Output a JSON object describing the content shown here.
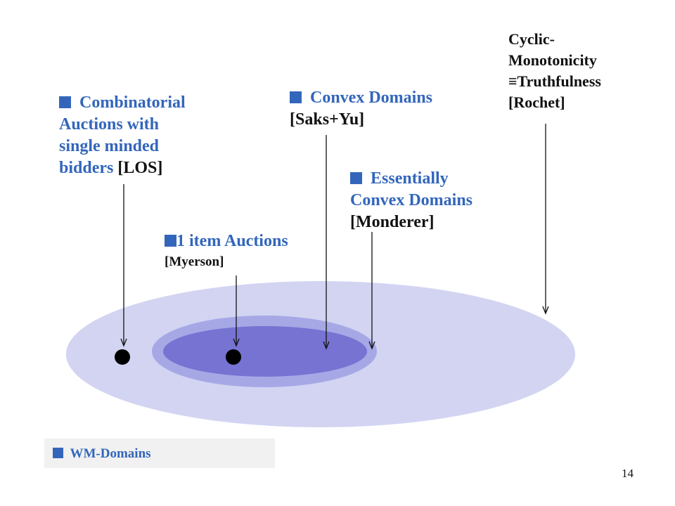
{
  "colors": {
    "outer_ellipse": "#d2d4f2",
    "ring": "#a6a8e6",
    "inner_ellipse": "#7673d2",
    "label_blue": "#3366bb",
    "text_black": "#111111",
    "arrow": "#111111",
    "legend_bg": "#f1f1f1"
  },
  "labels": {
    "combinatorial": {
      "line1": "Combinatorial",
      "line2": "Auctions with",
      "line3": "single minded",
      "line4_main": "bidders",
      "line4_cite": "[LOS]"
    },
    "one_item": {
      "title": "1 item Auctions",
      "cite": "[Myerson]"
    },
    "convex": {
      "title": "Convex Domains",
      "cite": "[Saks+Yu]"
    },
    "essentially_convex": {
      "line1": "Essentially",
      "line2": "Convex Domains",
      "cite": "[Monderer]"
    },
    "cyclic": {
      "line1": "Cyclic-",
      "line2": "Monotonicity",
      "line3_symbol": "≡",
      "line3_text": "Truthfulness",
      "cite": "[Rochet]"
    }
  },
  "legend": {
    "label": "WM-Domains"
  },
  "page_number": "14"
}
